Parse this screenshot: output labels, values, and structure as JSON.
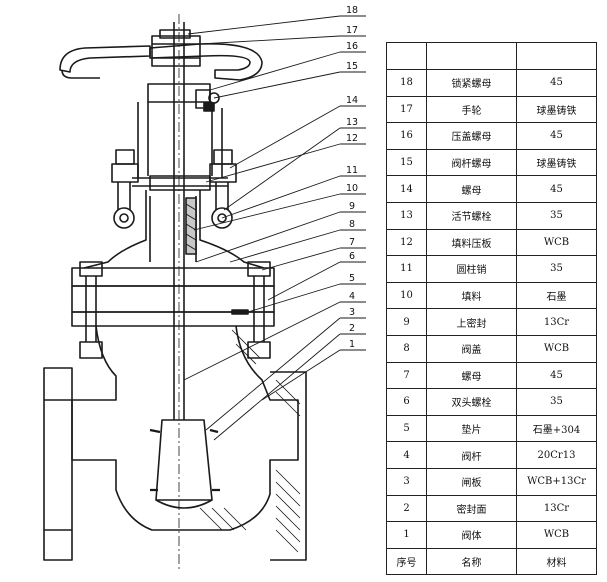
{
  "drawing": {
    "callouts": [
      "18",
      "17",
      "16",
      "15",
      "14",
      "13",
      "12",
      "11",
      "10",
      "9",
      "8",
      "7",
      "6",
      "5",
      "4",
      "3",
      "2",
      "1"
    ]
  },
  "table": {
    "header": {
      "no": "序号",
      "name": "名称",
      "material": "材料"
    },
    "rows": [
      {
        "no": "18",
        "name": "锁紧螺母",
        "material": "45"
      },
      {
        "no": "17",
        "name": "手轮",
        "material": "球墨铸铁"
      },
      {
        "no": "16",
        "name": "压盖螺母",
        "material": "45"
      },
      {
        "no": "15",
        "name": "阀杆螺母",
        "material": "球墨铸铁"
      },
      {
        "no": "14",
        "name": "螺母",
        "material": "45"
      },
      {
        "no": "13",
        "name": "活节螺栓",
        "material": "35"
      },
      {
        "no": "12",
        "name": "填料压板",
        "material": "WCB"
      },
      {
        "no": "11",
        "name": "圆柱销",
        "material": "35"
      },
      {
        "no": "10",
        "name": "填料",
        "material": "石墨"
      },
      {
        "no": "9",
        "name": "上密封",
        "material": "13Cr"
      },
      {
        "no": "8",
        "name": "阀盖",
        "material": "WCB"
      },
      {
        "no": "7",
        "name": "螺母",
        "material": "45"
      },
      {
        "no": "6",
        "name": "双头螺栓",
        "material": "35"
      },
      {
        "no": "5",
        "name": "垫片",
        "material": "石墨+304"
      },
      {
        "no": "4",
        "name": "阀杆",
        "material": "20Cr13"
      },
      {
        "no": "3",
        "name": "闸板",
        "material": "WCB+13Cr"
      },
      {
        "no": "2",
        "name": "密封面",
        "material": "13Cr"
      },
      {
        "no": "1",
        "name": "阀体",
        "material": "WCB"
      }
    ]
  }
}
